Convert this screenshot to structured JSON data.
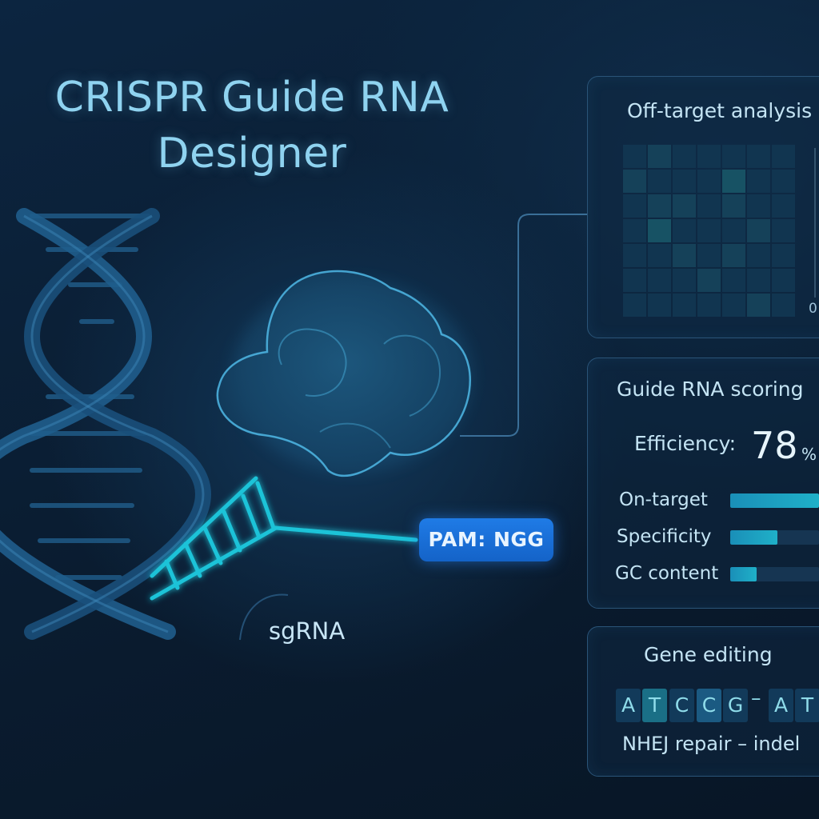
{
  "title": {
    "line1": "CRISPR Guide RNA",
    "line2": "Designer"
  },
  "labels": {
    "pam": "PAM: NGG",
    "sgrna": "sgRNA"
  },
  "off_target": {
    "title": "Off-target analysis",
    "scale_label": "0",
    "heatmap": {
      "rows": 7,
      "cols": 7,
      "levels": [
        [
          1,
          2,
          1,
          1,
          1,
          1,
          1
        ],
        [
          2,
          1,
          1,
          1,
          3,
          1,
          1
        ],
        [
          1,
          2,
          2,
          1,
          2,
          1,
          1
        ],
        [
          1,
          3,
          1,
          1,
          1,
          2,
          1
        ],
        [
          1,
          1,
          2,
          1,
          2,
          1,
          1
        ],
        [
          1,
          1,
          1,
          2,
          1,
          1,
          1
        ],
        [
          1,
          1,
          1,
          1,
          1,
          2,
          1
        ]
      ],
      "colors": [
        "#0f2f4b",
        "#164562",
        "#1d6075",
        "#23858e"
      ]
    }
  },
  "scoring": {
    "title": "Guide RNA scoring",
    "efficiency_label": "Efficiency:",
    "efficiency_value": "78",
    "efficiency_unit": "%",
    "metrics": [
      {
        "label": "On-target",
        "fill": 1.0
      },
      {
        "label": "Specificity",
        "fill": 0.53
      },
      {
        "label": "GC content",
        "fill": 0.3
      }
    ]
  },
  "gene_editing": {
    "title": "Gene editing",
    "sequence": [
      {
        "base": "A",
        "bg": "#123a5a"
      },
      {
        "base": "T",
        "bg": "#1a6f86"
      },
      {
        "base": "C",
        "bg": "#123a5a"
      },
      {
        "base": "C",
        "bg": "#1b5a82"
      },
      {
        "base": "G",
        "bg": "#123a5a"
      },
      {
        "base": "A",
        "bg": "#123a5a"
      },
      {
        "base": "T",
        "bg": "#123a5a"
      }
    ],
    "gap": "–",
    "repair_text": "NHEJ repair – indel"
  },
  "colors": {
    "accent": "#1fb0c8",
    "pam_bg": "#1f7be6",
    "title": "#8fd3f0",
    "panel_border": "#2a5478"
  }
}
